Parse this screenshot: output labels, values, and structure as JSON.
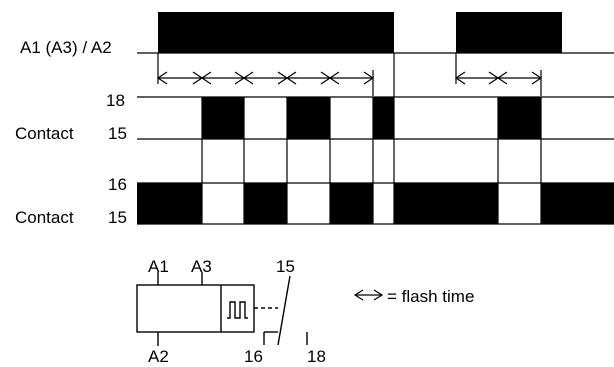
{
  "labels": {
    "supply": "A1 (A3) / A2",
    "contact_upper": "Contact",
    "contact_lower": "Contact",
    "term_18": "18",
    "term_15_upper": "15",
    "term_16": "16",
    "term_15_lower": "15"
  },
  "relay_symbol": {
    "a1": "A1",
    "a3": "A3",
    "a2": "A2",
    "t15": "15",
    "t16": "16",
    "t18": "18"
  },
  "legend": {
    "text": "= flash time"
  },
  "colors": {
    "ink": "#000000",
    "background": "#ffffff"
  }
}
